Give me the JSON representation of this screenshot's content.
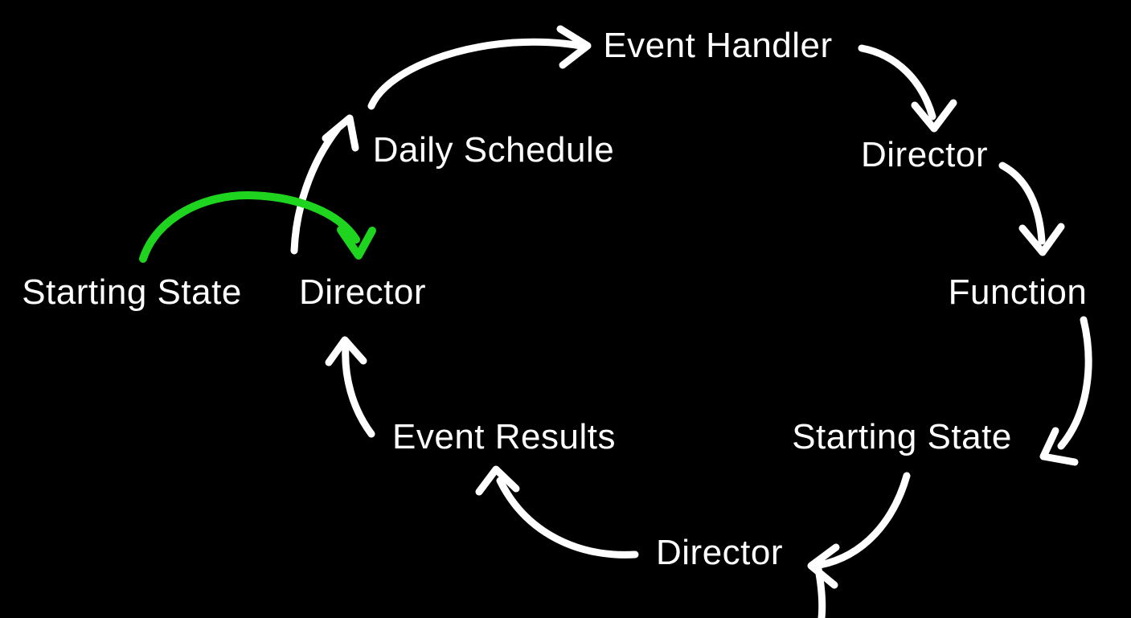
{
  "diagram": {
    "title": "Game loop cycle diagram",
    "background_color": "#000000",
    "arrow_color": "#ffffff",
    "highlight_arrow_color": "#1fd41f",
    "text_color": "#ffffff",
    "nodes": [
      {
        "id": "starting-state-left",
        "label": "Starting State"
      },
      {
        "id": "director-left",
        "label": "Director"
      },
      {
        "id": "daily-schedule",
        "label": "Daily Schedule"
      },
      {
        "id": "event-handler",
        "label": "Event Handler"
      },
      {
        "id": "director-right",
        "label": "Director"
      },
      {
        "id": "function",
        "label": "Function"
      },
      {
        "id": "starting-state-right",
        "label": "Starting State"
      },
      {
        "id": "director-bottom",
        "label": "Director"
      },
      {
        "id": "event-results",
        "label": "Event Results"
      }
    ],
    "edges": [
      {
        "from": "starting-state-left",
        "to": "director-left",
        "color": "#1fd41f"
      },
      {
        "from": "director-left",
        "to": "daily-schedule",
        "color": "#ffffff"
      },
      {
        "from": "daily-schedule",
        "to": "event-handler",
        "color": "#ffffff"
      },
      {
        "from": "event-handler",
        "to": "director-right",
        "color": "#ffffff"
      },
      {
        "from": "director-right",
        "to": "function",
        "color": "#ffffff"
      },
      {
        "from": "function",
        "to": "starting-state-right",
        "color": "#ffffff"
      },
      {
        "from": "starting-state-right",
        "to": "director-bottom",
        "color": "#ffffff"
      },
      {
        "from": "director-bottom",
        "to": "event-results",
        "color": "#ffffff"
      },
      {
        "from": "event-results",
        "to": "director-left",
        "color": "#ffffff"
      }
    ]
  }
}
